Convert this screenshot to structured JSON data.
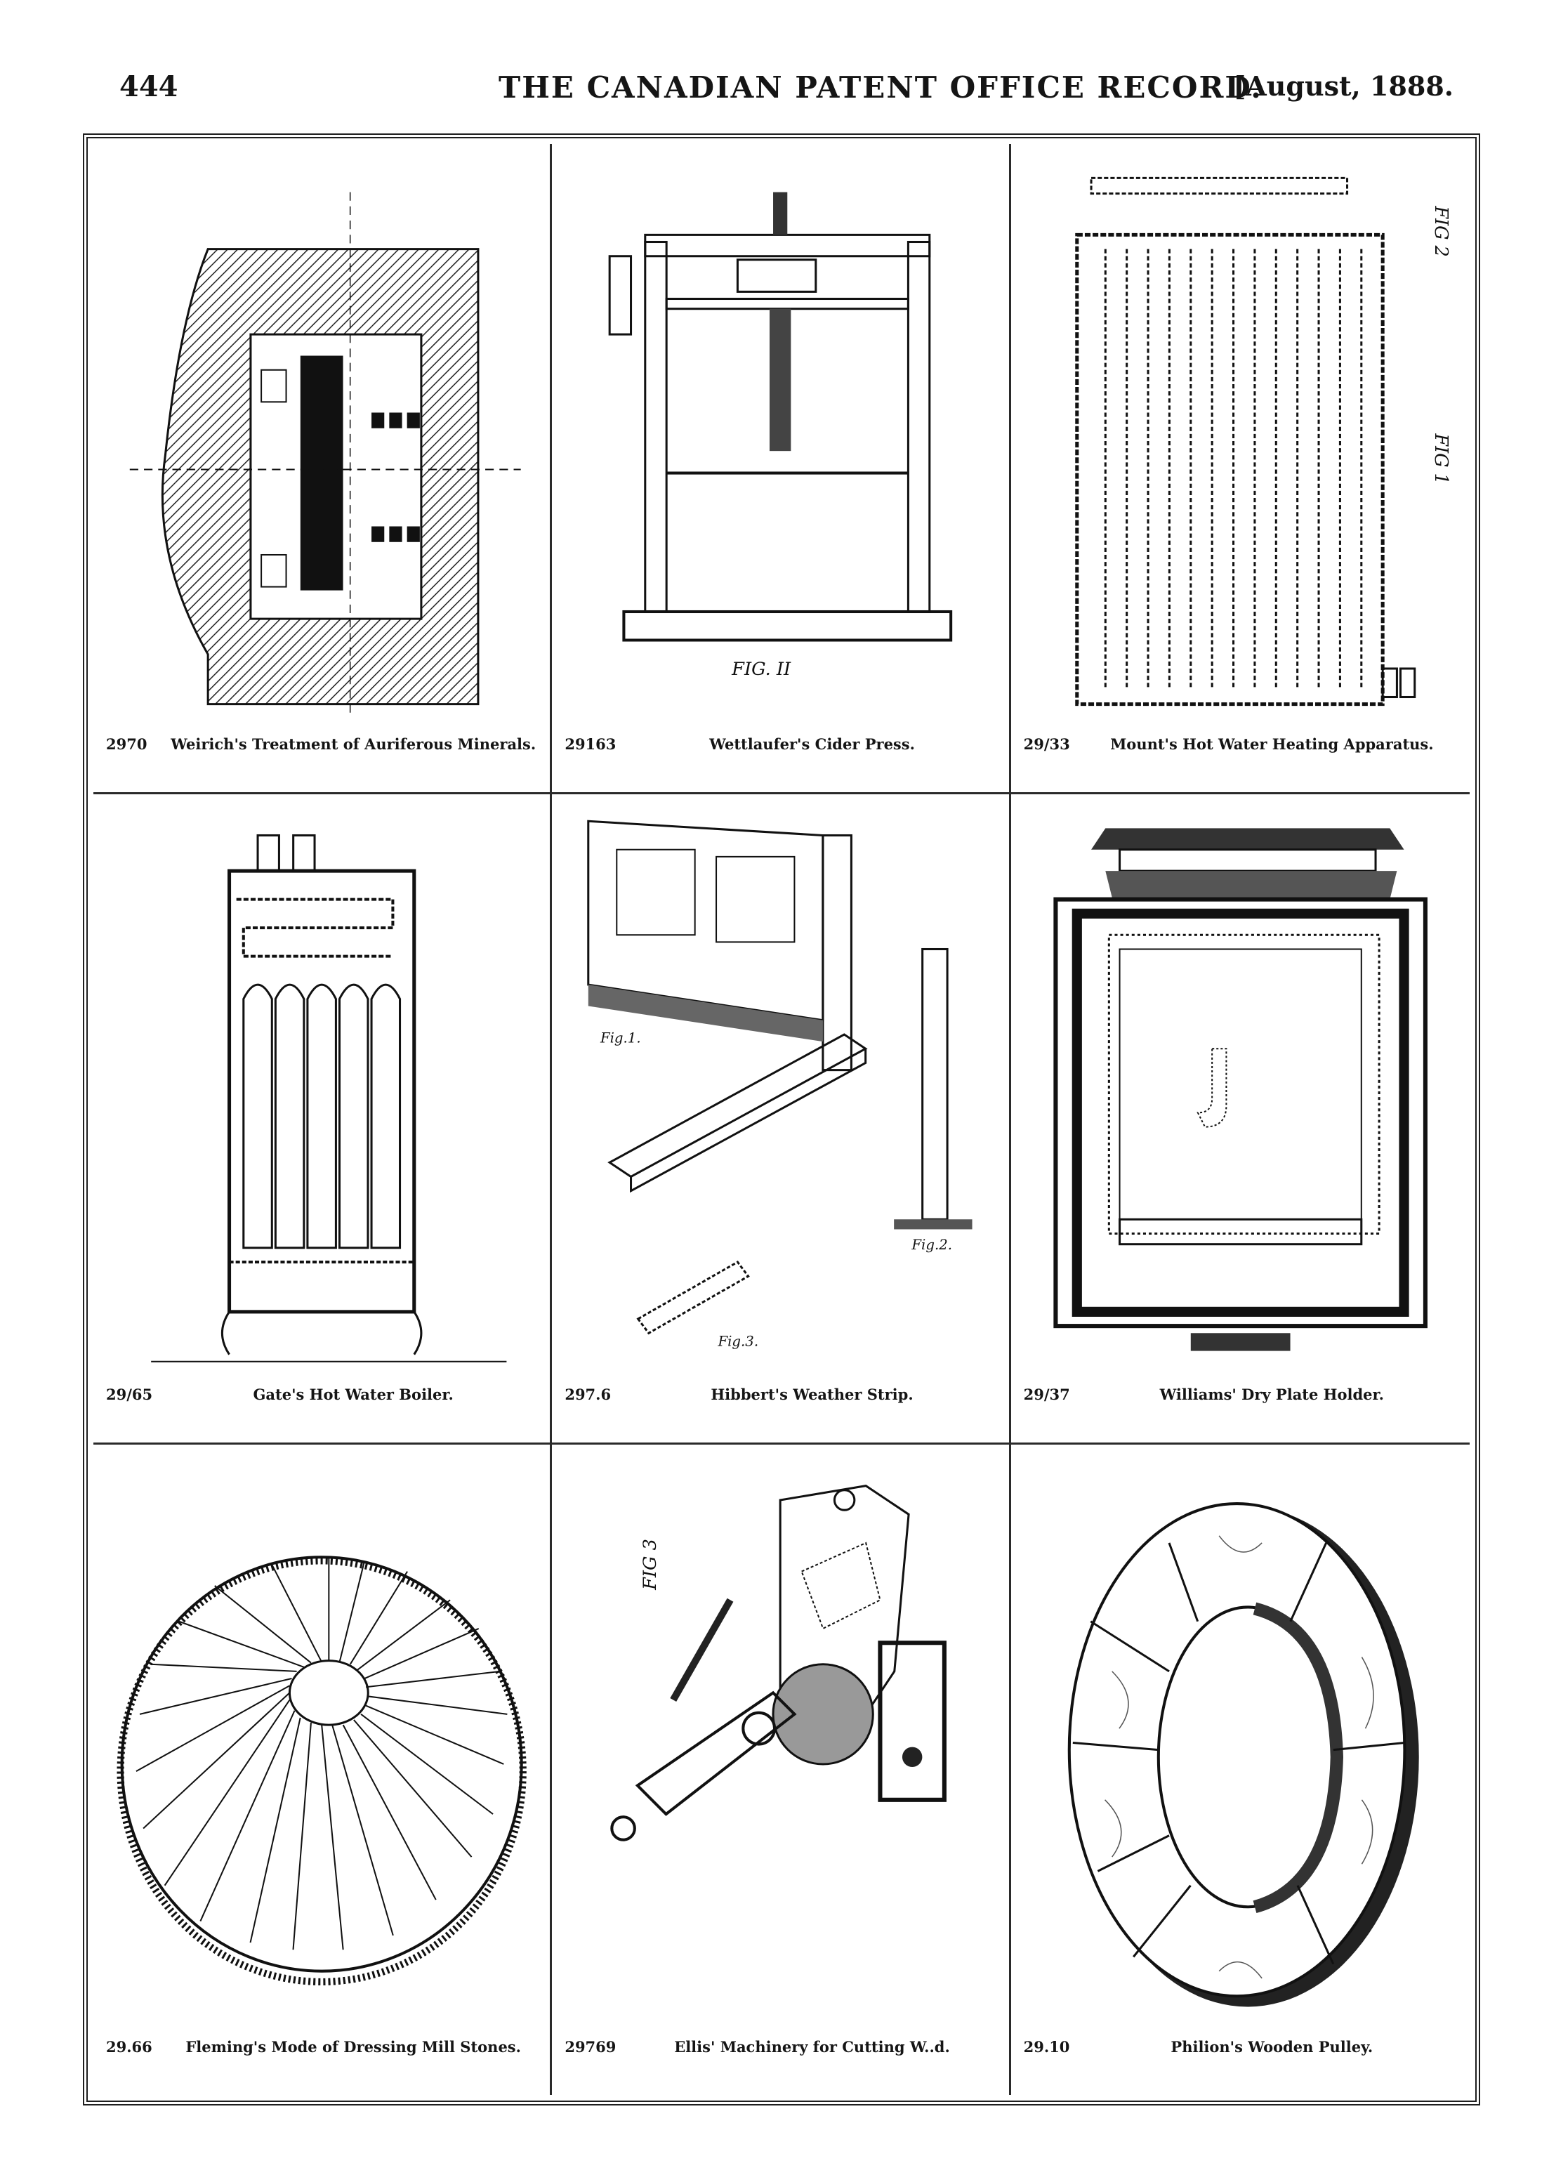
{
  "header": {
    "page_number": "444",
    "title": "THE CANADIAN PATENT OFFICE RECORD.",
    "date": "[August, 1888."
  },
  "figures": [
    {
      "number": "2970",
      "caption": "Weirich's Treatment of Auriferous Minerals.",
      "icon": "furnace-diagram"
    },
    {
      "number": "29163",
      "caption": "Wettlaufer's Cider Press.",
      "icon": "press-diagram"
    },
    {
      "number": "29/33",
      "caption": "Mount's Hot Water Heating Apparatus.",
      "icon": "radiator-diagram"
    },
    {
      "number": "29/65",
      "caption": "Gate's Hot Water Boiler.",
      "icon": "boiler-diagram"
    },
    {
      "number": "297.6",
      "caption": "Hibbert's Weather Strip.",
      "icon": "weather-strip-diagram"
    },
    {
      "number": "29/37",
      "caption": "Williams' Dry Plate Holder.",
      "icon": "plate-holder-diagram"
    },
    {
      "number": "29.66",
      "caption": "Fleming's Mode of Dressing Mill Stones.",
      "icon": "millstone-diagram"
    },
    {
      "number": "29769",
      "caption": "Ellis' Machinery for Cutting W..d.",
      "icon": "wood-machine-diagram"
    },
    {
      "number": "29.10",
      "caption": "Philion's Wooden Pulley.",
      "icon": "pulley-diagram"
    }
  ],
  "figure_labels": {
    "press": "FIG. II",
    "radiator_fig1": "FIG 1",
    "radiator_fig2": "FIG 2",
    "weather_fig1": "Fig.1.",
    "weather_fig2": "Fig.2.",
    "weather_fig3": "Fig.3.",
    "machine": "FIG 3"
  }
}
